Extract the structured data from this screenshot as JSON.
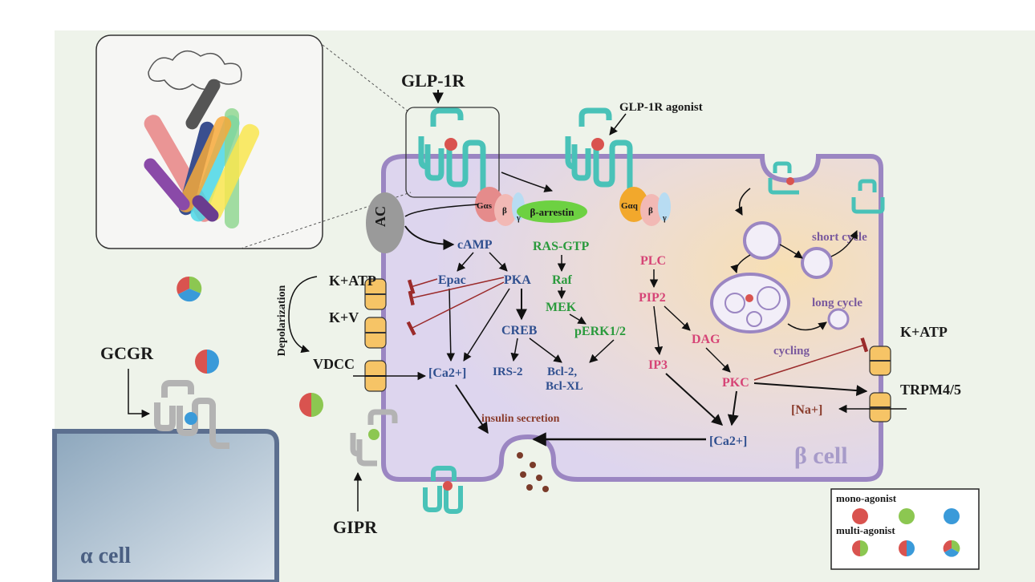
{
  "colors": {
    "background": "#eef3ea",
    "beta_cell_fill": "#e4dcef",
    "beta_cell_border": "#9b86c2",
    "alpha_cell_fill": "#b8c9d6",
    "alpha_cell_border": "#5c6f8f",
    "receptor_teal": "#49c2b8",
    "receptor_gray": "#b3b3b3",
    "channel_orange": "#f6c466",
    "agonist_red": "#d9534f",
    "agonist_green": "#8cc751",
    "agonist_blue": "#3a9ad9",
    "inhibit_line": "#9b2b2b"
  },
  "labels": {
    "glp1r": "GLP-1R",
    "glp1r_agonist": "GLP-1R agonist",
    "gcgr": "GCGR",
    "gipr": "GIPR",
    "alpha_cell": "α cell",
    "beta_cell": "β cell",
    "ac": "AC",
    "gas": "Gαs",
    "gaq": "Gαq",
    "beta": "β",
    "gamma": "γ",
    "beta_arrestin": "β-arrestin",
    "camp": "cAMP",
    "epac": "Epac",
    "pka": "PKA",
    "creb": "CREB",
    "irs2": "IRS-2",
    "bcl": "Bcl-2,",
    "bclxl": "Bcl-XL",
    "ras_gtp": "RAS-GTP",
    "raf": "Raf",
    "mek": "MEK",
    "perk": "pERK1/2",
    "plc": "PLC",
    "pip2": "PIP2",
    "dag": "DAG",
    "ip3": "IP3",
    "pkc": "PKC",
    "ca_left": "[Ca2+]",
    "ca_right": "[Ca2+]",
    "na": "[Na+]",
    "katp_left": "K+ATP",
    "kv": "K+V",
    "vdcc": "VDCC",
    "depolarization": "Depolarization",
    "katp_right": "K+ATP",
    "trpm": "TRPM4/5",
    "insulin_secretion": "insulin secretion",
    "short_cycle": "short cycle",
    "long_cycle": "long cycle",
    "cycling": "cycling",
    "legend_mono": "mono-agonist",
    "legend_multi": "multi-agonist"
  }
}
